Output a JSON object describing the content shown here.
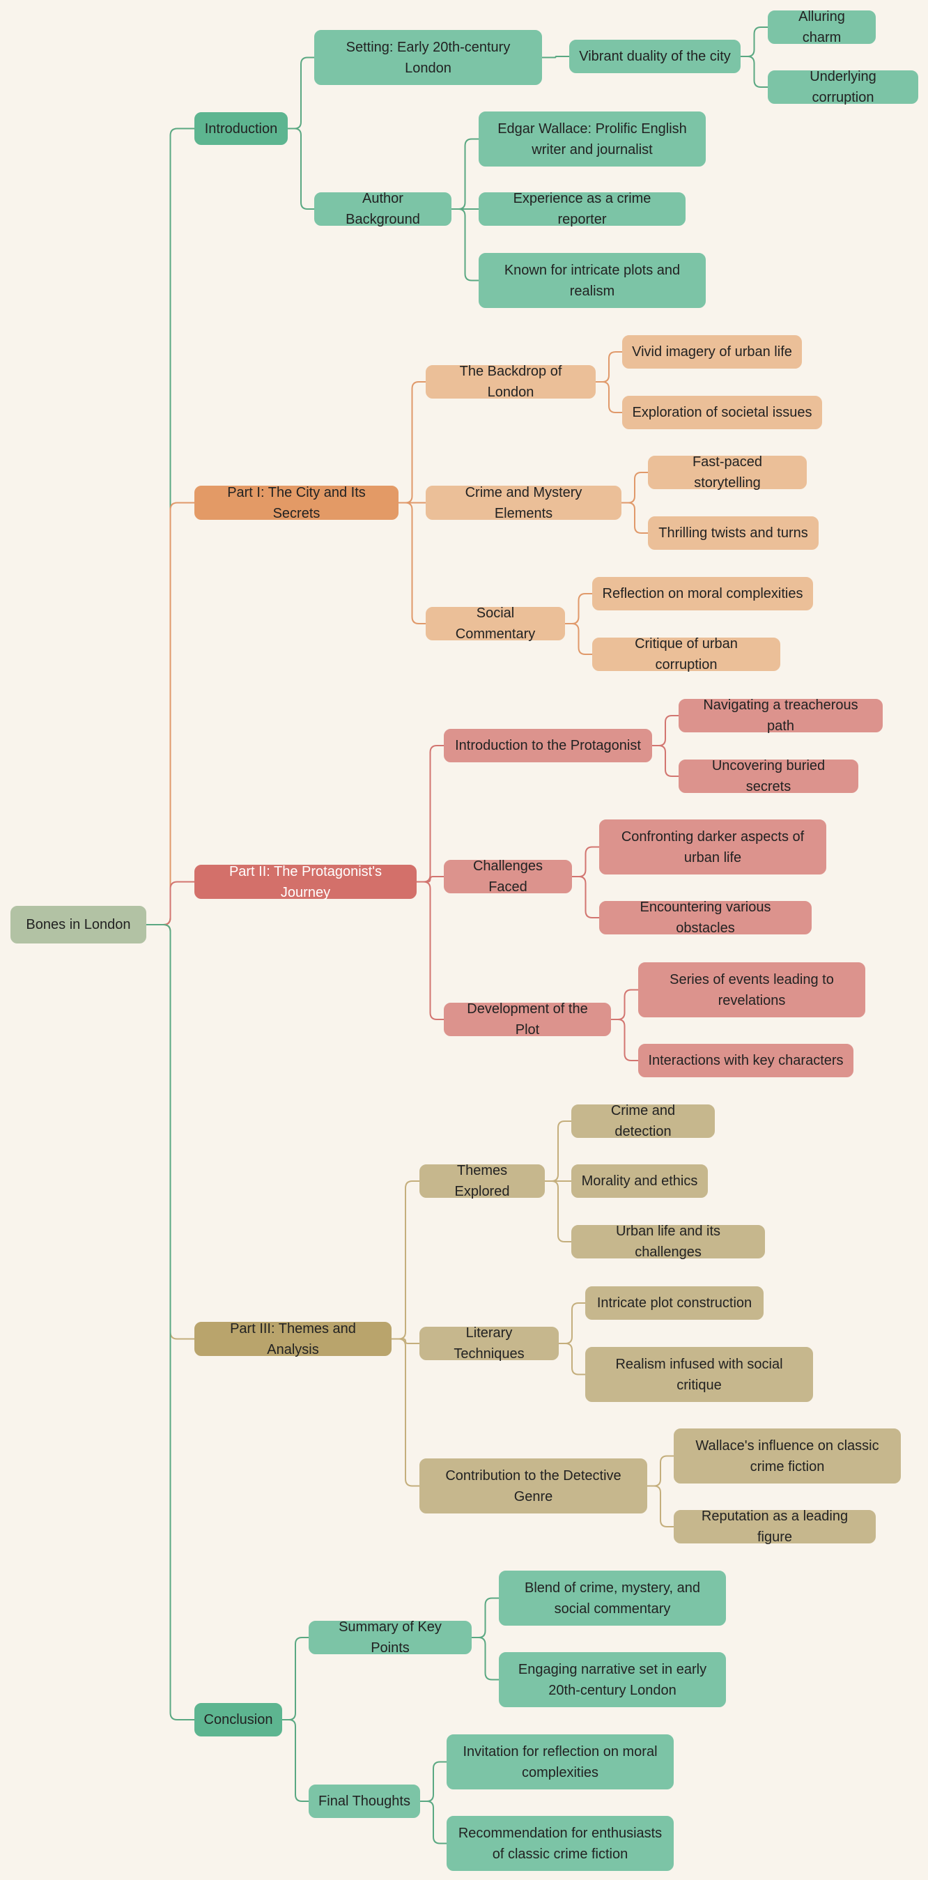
{
  "root": {
    "label": "Bones in London"
  },
  "sections": [
    {
      "label": "Introduction",
      "children": [
        {
          "label": "Setting: Early 20th-century London",
          "children": [
            {
              "label": "Vibrant duality of the city",
              "children": [
                {
                  "label": "Alluring charm"
                },
                {
                  "label": "Underlying corruption"
                }
              ]
            }
          ]
        },
        {
          "label": "Author Background",
          "children": [
            {
              "label": "Edgar Wallace: Prolific English writer and journalist"
            },
            {
              "label": "Experience as a crime reporter"
            },
            {
              "label": "Known for intricate plots and realism"
            }
          ]
        }
      ]
    },
    {
      "label": "Part I: The City and Its Secrets",
      "children": [
        {
          "label": "The Backdrop of London",
          "children": [
            {
              "label": "Vivid imagery of urban life"
            },
            {
              "label": "Exploration of societal issues"
            }
          ]
        },
        {
          "label": "Crime and Mystery Elements",
          "children": [
            {
              "label": "Fast-paced storytelling"
            },
            {
              "label": "Thrilling twists and turns"
            }
          ]
        },
        {
          "label": "Social Commentary",
          "children": [
            {
              "label": "Reflection on moral complexities"
            },
            {
              "label": "Critique of urban corruption"
            }
          ]
        }
      ]
    },
    {
      "label": "Part II: The Protagonist's Journey",
      "children": [
        {
          "label": "Introduction to the Protagonist",
          "children": [
            {
              "label": "Navigating a treacherous path"
            },
            {
              "label": "Uncovering buried secrets"
            }
          ]
        },
        {
          "label": "Challenges Faced",
          "children": [
            {
              "label": "Confronting darker aspects of urban life"
            },
            {
              "label": "Encountering various obstacles"
            }
          ]
        },
        {
          "label": "Development of the Plot",
          "children": [
            {
              "label": "Series of events leading to revelations"
            },
            {
              "label": "Interactions with key characters"
            }
          ]
        }
      ]
    },
    {
      "label": "Part III: Themes and Analysis",
      "children": [
        {
          "label": "Themes Explored",
          "children": [
            {
              "label": "Crime and detection"
            },
            {
              "label": "Morality and ethics"
            },
            {
              "label": "Urban life and its challenges"
            }
          ]
        },
        {
          "label": "Literary Techniques",
          "children": [
            {
              "label": "Intricate plot construction"
            },
            {
              "label": "Realism infused with social critique"
            }
          ]
        },
        {
          "label": "Contribution to the Detective Genre",
          "children": [
            {
              "label": "Wallace's influence on classic crime fiction"
            },
            {
              "label": "Reputation as a leading figure"
            }
          ]
        }
      ]
    },
    {
      "label": "Conclusion",
      "children": [
        {
          "label": "Summary of Key Points",
          "children": [
            {
              "label": "Blend of crime, mystery, and social commentary"
            },
            {
              "label": "Engaging narrative set in early 20th-century London"
            }
          ]
        },
        {
          "label": "Final Thoughts",
          "children": [
            {
              "label": "Invitation for reflection on moral complexities"
            },
            {
              "label": "Recommendation for enthusiasts of classic crime fiction"
            }
          ]
        }
      ]
    }
  ],
  "colors": {
    "root_fill": "#b2c2a4",
    "teal_section": "#5db590",
    "teal_node": "#7cc4a6",
    "teal_line": "#5aa882",
    "orange_section": "#e39a66",
    "orange_node": "#ebbf98",
    "orange_line": "#e0996a",
    "red_section": "#d3706a",
    "red_node": "#dc938d",
    "red_line": "#d27570",
    "khaki_section": "#b9a46c",
    "khaki_node": "#c6b78d",
    "khaki_line": "#c4ae7c"
  }
}
